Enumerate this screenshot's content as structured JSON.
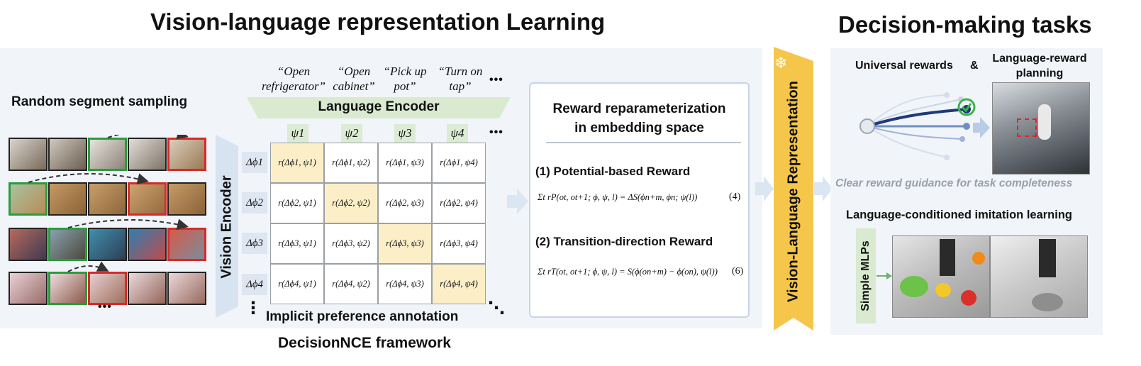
{
  "titles": {
    "main": "Vision-language representation Learning",
    "right": "Decision-making tasks",
    "framework": "DecisionNCE framework"
  },
  "sampling": {
    "label": "Random segment sampling",
    "more": "•••"
  },
  "vision_encoder": {
    "label": "Vision Encoder"
  },
  "language_encoder": {
    "label": "Language Encoder",
    "prompts": [
      "“Open refrigerator”",
      "“Open cabinet”",
      "“Pick up pot”",
      "“Turn on tap”"
    ],
    "more": "•••"
  },
  "matrix": {
    "psi": [
      "ψ1",
      "ψ2",
      "ψ3",
      "ψ4"
    ],
    "dphi": [
      "Δϕ1",
      "Δϕ2",
      "Δϕ3",
      "Δϕ4"
    ],
    "cells": [
      [
        "r(Δϕ1, ψ1)",
        "r(Δϕ1, ψ2)",
        "r(Δϕ1, ψ3)",
        "r(Δϕ1, ψ4)"
      ],
      [
        "r(Δϕ2, ψ1)",
        "r(Δϕ2, ψ2)",
        "r(Δϕ2, ψ3)",
        "r(Δϕ2, ψ4)"
      ],
      [
        "r(Δϕ3, ψ1)",
        "r(Δϕ3, ψ2)",
        "r(Δϕ3, ψ3)",
        "r(Δϕ3, ψ4)"
      ],
      [
        "r(Δϕ4, ψ1)",
        "r(Δϕ4, ψ2)",
        "r(Δϕ4, ψ3)",
        "r(Δϕ4, ψ4)"
      ]
    ],
    "more": "•••",
    "vdots": "⋮",
    "ddots": "⋱",
    "caption": "Implicit preference annotation"
  },
  "reward": {
    "title_line1": "Reward reparameterization",
    "title_line2": "in embedding space",
    "potential_title": "(1) Potential-based Reward",
    "potential_formula": "Σt rP(ot, ot+1; ϕ, ψ, l) = ΔS(ϕn+m, ϕn; ψ(l))",
    "potential_eq": "(4)",
    "transition_title": "(2) Transition-direction Reward",
    "transition_formula": "Σt rT(ot, ot+1; ϕ, ψ, l) = S(ϕ(on+m) − ϕ(on), ψ(l))",
    "transition_eq": "(6)"
  },
  "vl_representation": {
    "label": "Vision-Language Representation",
    "icon": "❄"
  },
  "tasks": {
    "universal_rewards": "Universal rewards",
    "amp": "&",
    "language_reward_planning_1": "Language-reward",
    "language_reward_planning_2": "planning",
    "clear_guidance": "Clear reward guidance for task completeness",
    "imitation_title": "Language-conditioned imitation learning",
    "simple_mlps": "Simple MLPs"
  },
  "colors": {
    "green_frame": "#2a9c3e",
    "red_frame": "#d62a2a",
    "diag_fill": "#fcefc8",
    "lang_encoder": "#d9ead0",
    "vl_banner": "#f6c64a",
    "panel": "#f1f4f8"
  }
}
